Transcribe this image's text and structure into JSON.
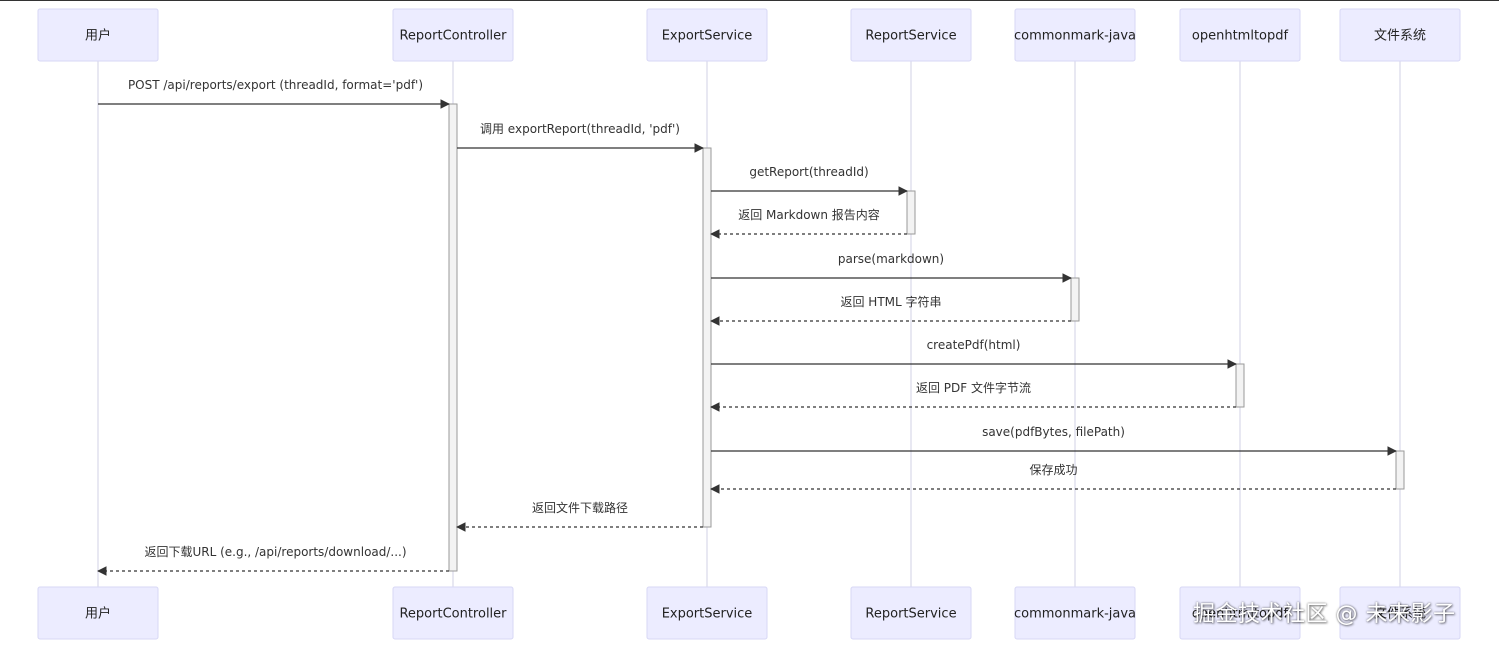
{
  "participants": [
    {
      "id": "user",
      "label": "用户"
    },
    {
      "id": "rc",
      "label": "ReportController"
    },
    {
      "id": "es",
      "label": "ExportService"
    },
    {
      "id": "rs",
      "label": "ReportService"
    },
    {
      "id": "cm",
      "label": "commonmark-java"
    },
    {
      "id": "oh",
      "label": "openhtmltopdf"
    },
    {
      "id": "fs",
      "label": "文件系统"
    }
  ],
  "messages": [
    {
      "from": "user",
      "to": "rc",
      "label": "POST /api/reports/export (threadId, format='pdf')",
      "style": "solid"
    },
    {
      "from": "rc",
      "to": "es",
      "label": "调用 exportReport(threadId, 'pdf')",
      "style": "solid"
    },
    {
      "from": "es",
      "to": "rs",
      "label": "getReport(threadId)",
      "style": "solid"
    },
    {
      "from": "rs",
      "to": "es",
      "label": "返回 Markdown 报告内容",
      "style": "dashed"
    },
    {
      "from": "es",
      "to": "cm",
      "label": "parse(markdown)",
      "style": "solid"
    },
    {
      "from": "cm",
      "to": "es",
      "label": "返回 HTML 字符串",
      "style": "dashed"
    },
    {
      "from": "es",
      "to": "oh",
      "label": "createPdf(html)",
      "style": "solid"
    },
    {
      "from": "oh",
      "to": "es",
      "label": "返回 PDF 文件字节流",
      "style": "dashed"
    },
    {
      "from": "es",
      "to": "fs",
      "label": "save(pdfBytes, filePath)",
      "style": "solid"
    },
    {
      "from": "fs",
      "to": "es",
      "label": "保存成功",
      "style": "dashed"
    },
    {
      "from": "es",
      "to": "rc",
      "label": "返回文件下载路径",
      "style": "dashed"
    },
    {
      "from": "rc",
      "to": "user",
      "label": "返回下载URL (e.g., /api/reports/download/...)",
      "style": "dashed"
    }
  ],
  "watermark": "掘金技术社区 @ 未来影子"
}
